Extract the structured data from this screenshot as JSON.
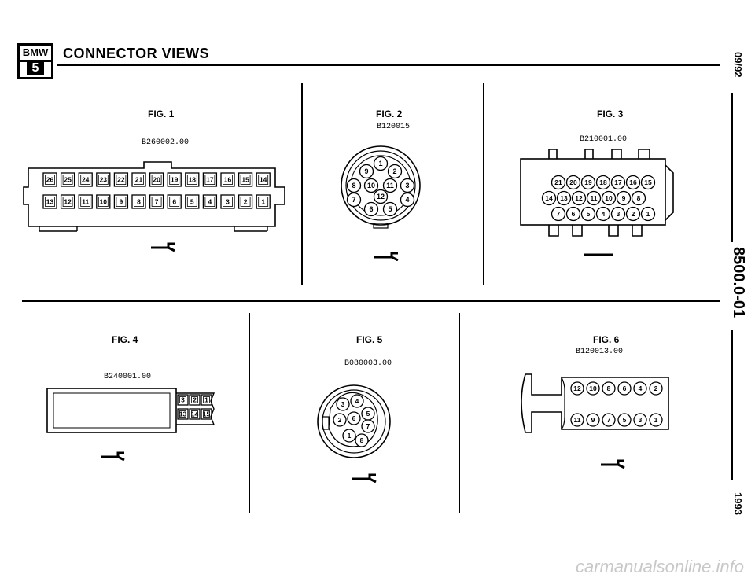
{
  "header": {
    "logo_brand": "BMW",
    "logo_series": "5",
    "title": "CONNECTOR VIEWS"
  },
  "side": {
    "date": "09/92",
    "section": "8500.0-01",
    "year": "1993"
  },
  "figures": {
    "fig1": {
      "label": "FIG. 1",
      "code": "B260002.00",
      "top_pins": [
        "26",
        "25",
        "24",
        "23",
        "22",
        "21",
        "20",
        "19",
        "18",
        "17",
        "16",
        "15",
        "14"
      ],
      "bottom_pins": [
        "13",
        "12",
        "11",
        "10",
        "9",
        "8",
        "7",
        "6",
        "5",
        "4",
        "3",
        "2",
        "1"
      ]
    },
    "fig2": {
      "label": "FIG. 2",
      "code": "B120015",
      "pins": [
        "1",
        "2",
        "3",
        "4",
        "5",
        "6",
        "7",
        "8",
        "9",
        "10",
        "11",
        "12"
      ]
    },
    "fig3": {
      "label": "FIG. 3",
      "code": "B210001.00",
      "row1": [
        "21",
        "20",
        "19",
        "18",
        "17",
        "16",
        "15"
      ],
      "row2": [
        "14",
        "13",
        "12",
        "11",
        "10",
        "9",
        "8"
      ],
      "row3": [
        "7",
        "6",
        "5",
        "4",
        "3",
        "2",
        "1"
      ]
    },
    "fig4": {
      "label": "FIG. 4",
      "code": "B240001.00",
      "top_pins": [
        "3",
        "2",
        "1"
      ],
      "bottom_pins": [
        "13",
        "14",
        "15"
      ]
    },
    "fig5": {
      "label": "FIG. 5",
      "code": "B080003.00",
      "pins": [
        "1",
        "2",
        "3",
        "4",
        "5",
        "6",
        "7",
        "8"
      ]
    },
    "fig6": {
      "label": "FIG. 6",
      "code": "B120013.00",
      "top_pins": [
        "12",
        "10",
        "8",
        "6",
        "4",
        "2"
      ],
      "bottom_pins": [
        "11",
        "9",
        "7",
        "5",
        "3",
        "1"
      ]
    }
  },
  "icons": [
    "bmw-logo-icon",
    "connector-release-tool-icon"
  ],
  "watermark": "carmanualsonline.info"
}
